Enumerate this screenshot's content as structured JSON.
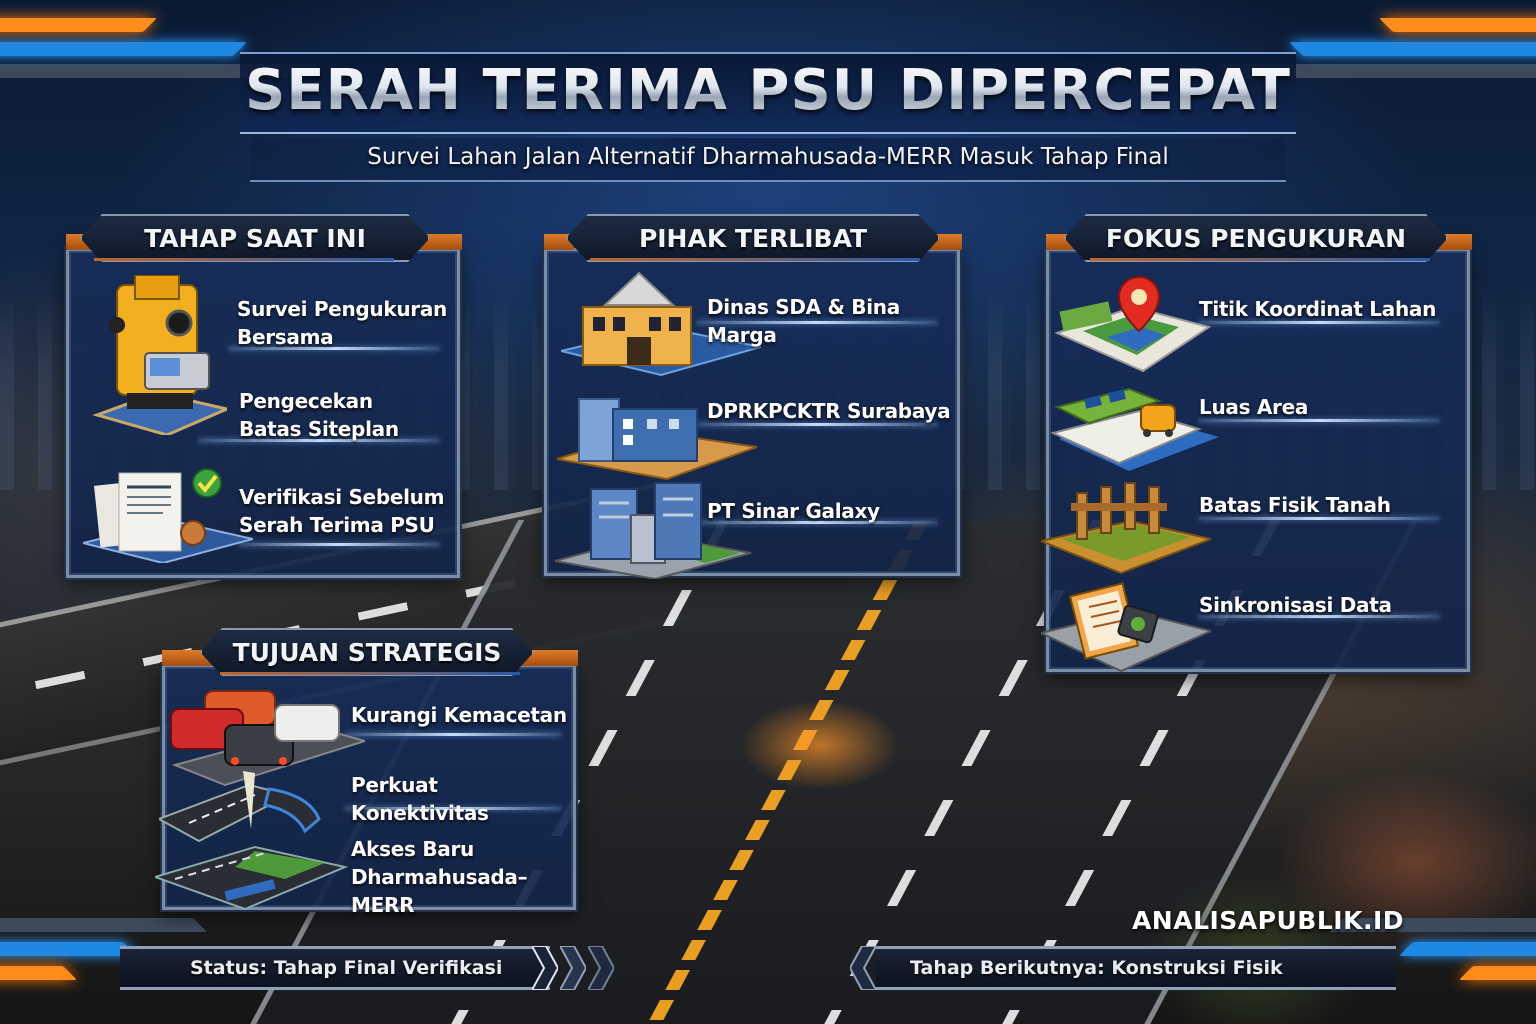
{
  "header": {
    "title": "SERAH TERIMA PSU DIPERCEPAT",
    "subtitle": "Survei Lahan Jalan Alternatif Dharmahusada-MERR Masuk Tahap Final"
  },
  "panels": {
    "current_stage": {
      "title": "TAHAP SAAT INI",
      "items": [
        {
          "label": "Survei Pengukuran Bersama",
          "line1": "Survei Pengukuran",
          "line2": "Bersama",
          "icon": "total-station-icon"
        },
        {
          "label": "Pengecekan Batas Siteplan",
          "line1": "Pengecekan",
          "line2": "Batas Siteplan",
          "icon": "total-station-icon"
        },
        {
          "label": "Verifikasi Sebelum Serah Terima PSU",
          "line1": "Verifikasi Sebelum",
          "line2": "Serah Terima PSU",
          "icon": "verified-document-icon"
        }
      ]
    },
    "parties": {
      "title": "PIHAK TERLIBAT",
      "items": [
        {
          "label": "Dinas SDA & Bina Marga",
          "icon": "government-building-icon"
        },
        {
          "label": "DPRKPCKTR Surabaya",
          "icon": "office-building-icon"
        },
        {
          "label": "PT Sinar Galaxy",
          "icon": "tower-buildings-icon"
        }
      ]
    },
    "measurement_focus": {
      "title": "FOKUS PENGUKURAN",
      "items": [
        {
          "label": "Titik Koordinat Lahan",
          "icon": "map-pin-icon"
        },
        {
          "label": "Luas Area",
          "icon": "area-map-icon"
        },
        {
          "label": "Batas Fisik Tanah",
          "icon": "fence-icon"
        },
        {
          "label": "Sinkronisasi Data",
          "icon": "clipboard-data-icon"
        }
      ]
    },
    "strategic_goals": {
      "title": "TUJUAN STRATEGIS",
      "items": [
        {
          "label": "Kurangi Kemacetan",
          "line1": "Kurangi Kemacetan",
          "icon": "traffic-cars-icon"
        },
        {
          "label": "Perkuat Konektivitas",
          "line1": "Perkuat Konektivitas",
          "icon": "road-junction-icon"
        },
        {
          "label": "Akses Baru Dharmahusada–MERR",
          "line1": "Akses Baru",
          "line2": "Dharmahusada–MERR",
          "icon": "new-road-icon"
        }
      ]
    }
  },
  "footer": {
    "status": "Status: Tahap Final Verifikasi",
    "next_stage": "Tahap Berikutnya: Konstruksi Fisik",
    "brand": "ANALISAPUBLIK.ID"
  },
  "colors": {
    "accent_orange": "#ff8c1a",
    "accent_blue": "#1e88e5",
    "panel_bg": "#16305e",
    "frame": "#7c8ea6"
  }
}
